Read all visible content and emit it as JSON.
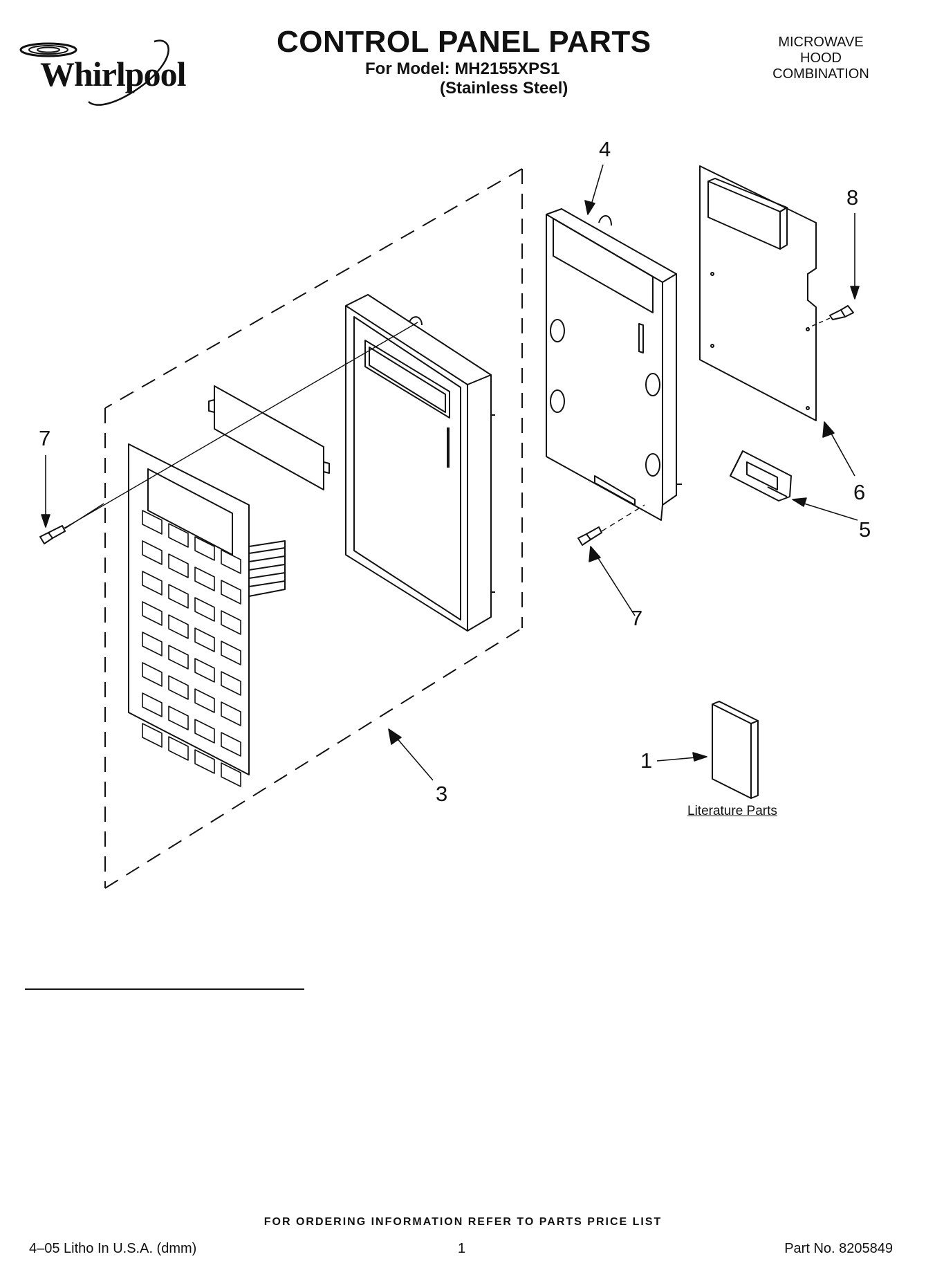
{
  "header": {
    "brand": "Whirlpool",
    "title": "CONTROL PANEL PARTS",
    "model_line": "For Model: MH2155XPS1",
    "finish_line": "(Stainless Steel)",
    "product_type": [
      "MICROWAVE",
      "HOOD",
      "COMBINATION"
    ]
  },
  "callouts": {
    "c1": "1",
    "c3": "3",
    "c4": "4",
    "c5": "5",
    "c6": "6",
    "c7_left": "7",
    "c7_right": "7",
    "c8": "8"
  },
  "literature_label": "Literature Parts",
  "footer": {
    "ordering_note": "FOR ORDERING INFORMATION REFER TO PARTS PRICE LIST",
    "litho": "4–05 Litho In U.S.A. (dmm)",
    "page": "1",
    "part_no": "Part No. 8205849"
  },
  "colors": {
    "ink": "#111111",
    "paper": "#ffffff"
  }
}
